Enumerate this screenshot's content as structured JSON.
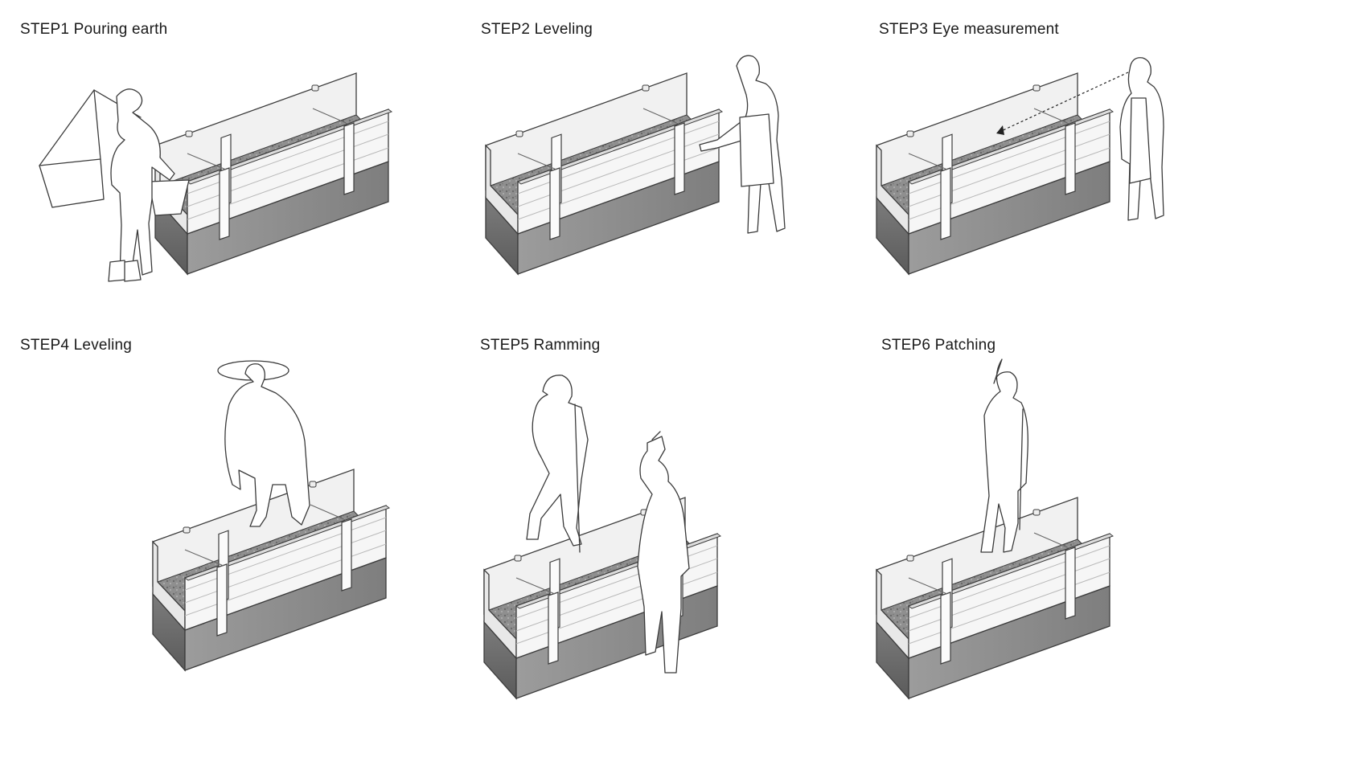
{
  "colors": {
    "background": "#ffffff",
    "text": "#1a1a1a",
    "outline": "#3c3c3c",
    "formwork": "#f3f3f3",
    "earth_top": "#9a9a9a",
    "earth_side": "#6e6e6e",
    "earth_front": "#8a8a8a"
  },
  "steps": [
    {
      "title": "STEP1 Pouring earth",
      "figure": "person-carrying-baskets-icon"
    },
    {
      "title": "STEP2 Leveling",
      "figure": "person-leaning-on-formwork-icon"
    },
    {
      "title": "STEP3 Eye measurement",
      "figure": "person-sighting-wall-icon"
    },
    {
      "title": "STEP4 Leveling",
      "figure": "person-walking-on-wall-icon"
    },
    {
      "title": "STEP5 Ramming",
      "figure": "two-people-ramming-icon"
    },
    {
      "title": "STEP6 Patching",
      "figure": "person-standing-with-pole-icon"
    }
  ]
}
